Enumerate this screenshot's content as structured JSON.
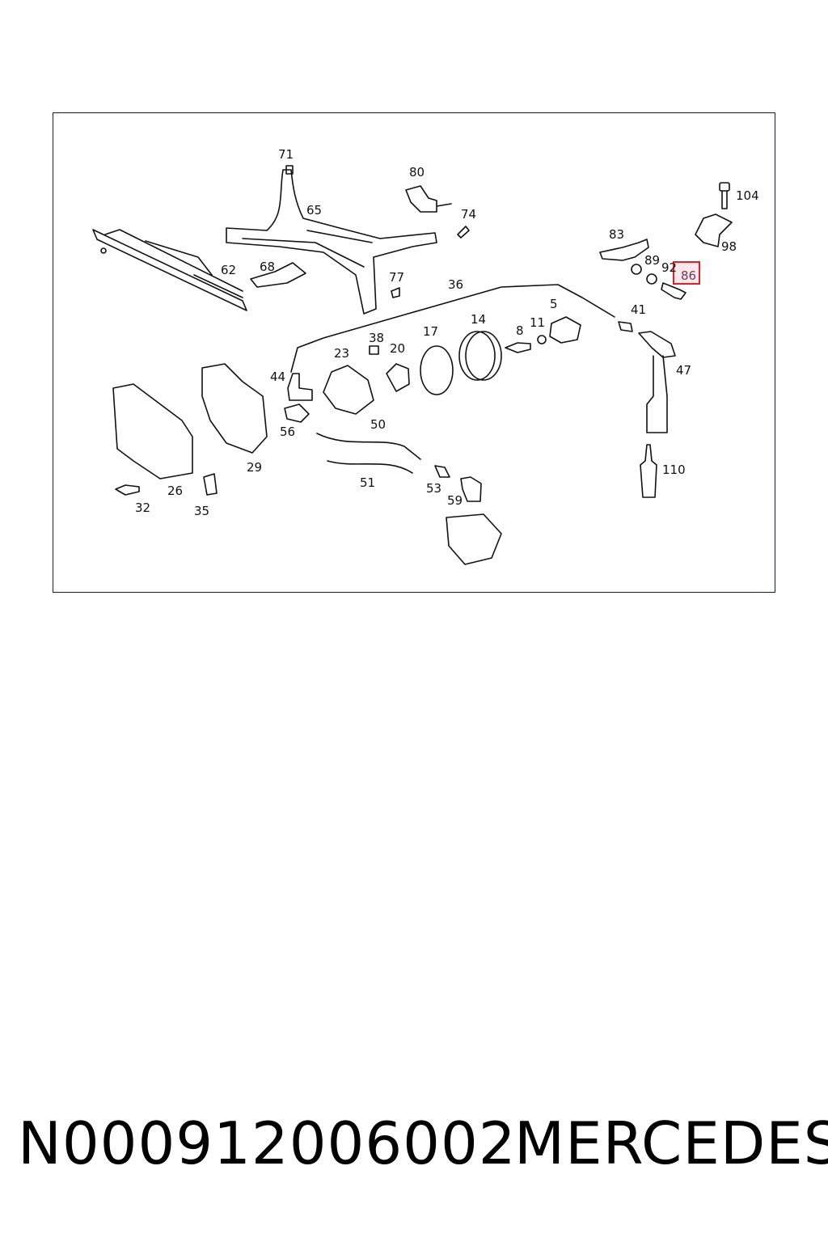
{
  "part_labels": [
    "71",
    "80",
    "104",
    "65",
    "74",
    "83",
    "98",
    "62",
    "68",
    "89",
    "92",
    "86",
    "77",
    "36",
    "41",
    "5",
    "14",
    "17",
    "8",
    "11",
    "38",
    "20",
    "23",
    "44",
    "47",
    "50",
    "56",
    "29",
    "110",
    "51",
    "53",
    "26",
    "32",
    "35",
    "59"
  ],
  "highlighted_label": "86",
  "caption": {
    "part_number": "N000912006002",
    "brand": "MERCEDES"
  },
  "colors": {
    "highlight": "#e0202a",
    "line": "#111111",
    "frame": "#1a1a3a"
  }
}
